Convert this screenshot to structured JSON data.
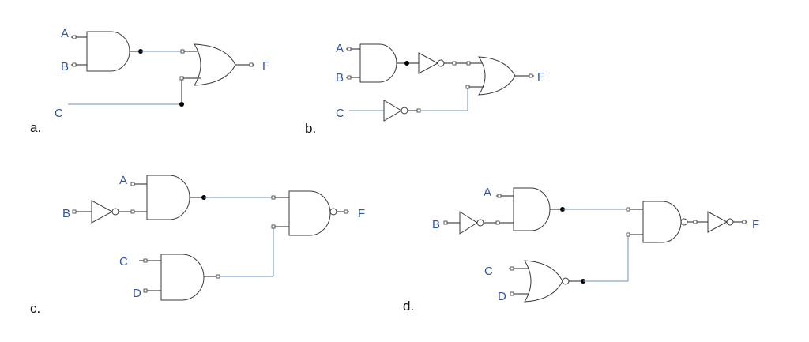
{
  "circuits": {
    "a": {
      "caption": "a.",
      "inputs": {
        "a": "A",
        "b": "B",
        "c": "C"
      },
      "output": "F"
    },
    "b": {
      "caption": "b.",
      "inputs": {
        "a": "A",
        "b": "B",
        "c": "C"
      },
      "output": "F"
    },
    "c": {
      "caption": "c.",
      "inputs": {
        "a": "A",
        "b": "B",
        "c": "C",
        "d": "D"
      },
      "output": "F"
    },
    "d": {
      "caption": "d.",
      "inputs": {
        "a": "A",
        "b": "B",
        "c": "C",
        "d": "D"
      },
      "output": "F"
    }
  },
  "colors": {
    "label": "#2f55a4",
    "wire": "#6e8fc2",
    "gate_stroke": "#3a3a3a"
  }
}
